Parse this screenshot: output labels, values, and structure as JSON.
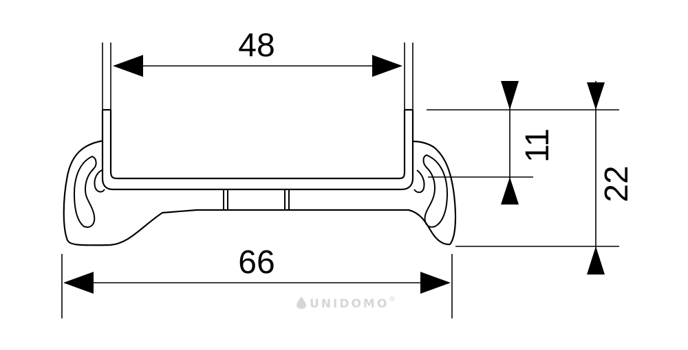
{
  "dimensions": {
    "inner_width": "48",
    "outer_width": "66",
    "grate_height": "11",
    "total_height": "22"
  },
  "watermark": {
    "text": "UNIDOMO",
    "mark": "®",
    "icon": "drop-icon"
  },
  "colors": {
    "line": "#000000",
    "background": "#ffffff",
    "watermark": "#d6d6d6"
  }
}
